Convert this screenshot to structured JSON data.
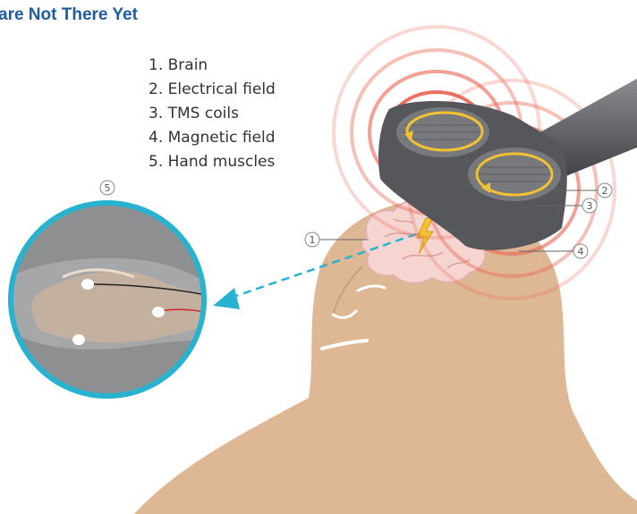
{
  "title": "are Not There Yet",
  "legend": [
    {
      "label": "1. Brain"
    },
    {
      "label": "2. Electrical field"
    },
    {
      "label": "3. TMS coils"
    },
    {
      "label": "4. Magnetic field"
    },
    {
      "label": "5. Hand muscles"
    }
  ],
  "callouts": {
    "brain": "1",
    "electrical_field": "2",
    "tms_coils": "3",
    "magnetic_field": "4",
    "hand_muscles": "5"
  },
  "colors": {
    "title": "#1f5c9e",
    "skin": "#deb894",
    "brain": "#f6d4d0",
    "field": "#e8624f",
    "current": "#f2c230",
    "coil": "#55575a",
    "inset_ring": "#27b3cf",
    "arrow": "#27b3cf"
  }
}
